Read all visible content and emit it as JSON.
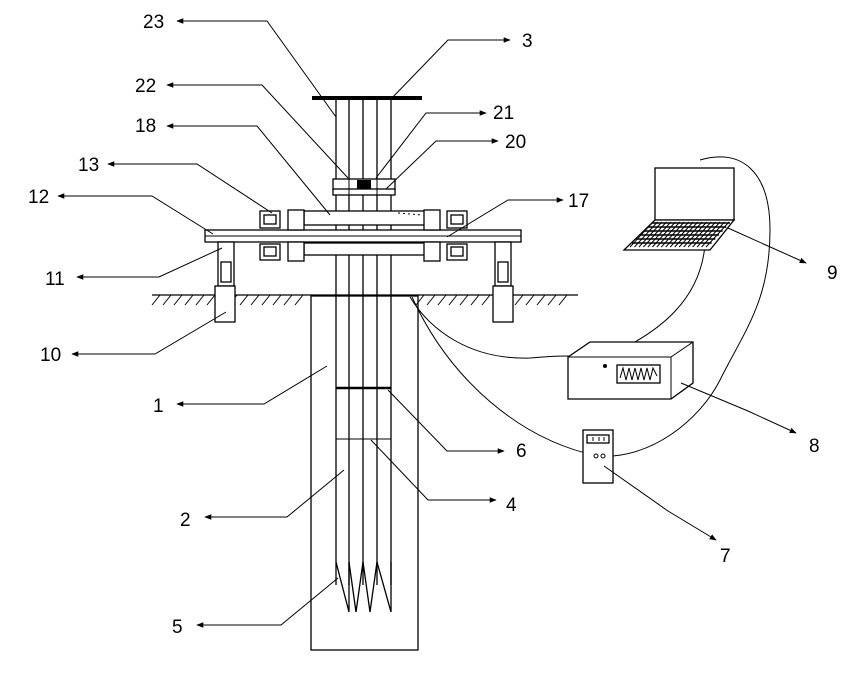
{
  "labels": {
    "n1": "1",
    "n2": "2",
    "n3": "3",
    "n4": "4",
    "n5": "5",
    "n6": "6",
    "n7": "7",
    "n8": "8",
    "n9": "9",
    "n10": "10",
    "n11": "11",
    "n12": "12",
    "n13": "13",
    "n17": "17",
    "n18": "18",
    "n20": "20",
    "n21": "21",
    "n22": "22",
    "n23": "23"
  }
}
